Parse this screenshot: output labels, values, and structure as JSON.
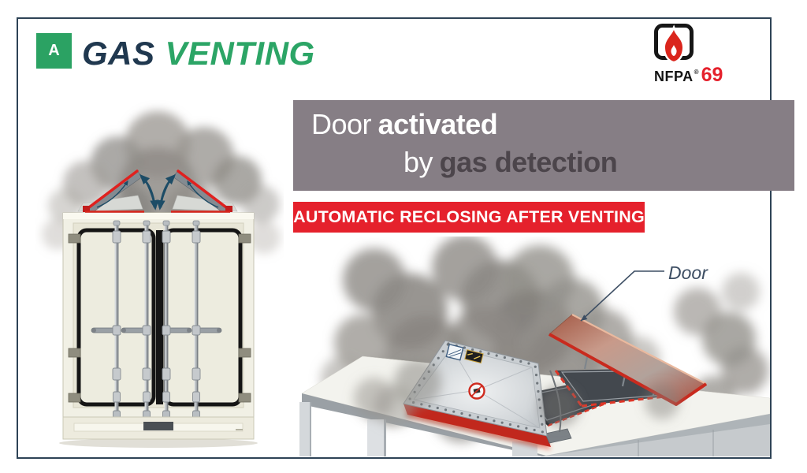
{
  "header": {
    "badge_label": "A",
    "title_word1": "GAS",
    "title_word2": "VENTING",
    "nfpa": {
      "brand": "NFPA",
      "registered": "®",
      "code": "69"
    }
  },
  "banner_primary": {
    "line1_regular": "Door",
    "line1_bold": "activated",
    "line2_regular": "by",
    "line2_bold": "gas detection"
  },
  "banner_secondary": {
    "text": "AUTOMATIC RECLOSING AFTER VENTING"
  },
  "annotations": {
    "door_label": "Door"
  },
  "colors": {
    "accent_green": "#2ba263",
    "title_navy": "#20384f",
    "banner_gray": "#867e85",
    "banner_dark_text": "#4c454b",
    "banner_red": "#e5212c",
    "nfpa_flame_red": "#da251c",
    "vent_flap_red": "#e0211f",
    "gas_arrow_teal": "#1d4c66",
    "door_label_blue": "#3d4e63",
    "frame_border": "#2e4356"
  }
}
